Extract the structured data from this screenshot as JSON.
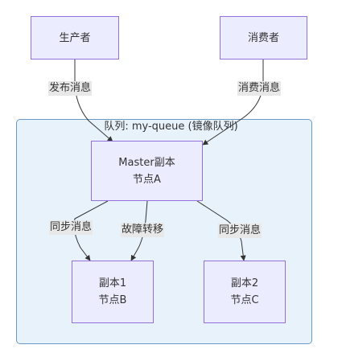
{
  "cluster": {
    "title": "队列: my-queue (镜像队列)"
  },
  "nodes": {
    "producer": {
      "label": "生产者"
    },
    "consumer": {
      "label": "消费者"
    },
    "master": {
      "line1": "Master副本",
      "line2": "节点A"
    },
    "replica1": {
      "line1": "副本1",
      "line2": "节点B"
    },
    "replica2": {
      "line1": "副本2",
      "line2": "节点C"
    }
  },
  "edges": {
    "publish": "发布消息",
    "consume": "消费消息",
    "sync1": "同步消息",
    "failover": "故障转移",
    "sync2": "同步消息"
  },
  "colors": {
    "node_fill": "#ececff",
    "node_border": "#9370db",
    "cluster_fill": "#e8f2fb",
    "cluster_border": "#6b9ac4",
    "edge": "#333333",
    "label_bg": "#e8e8e8"
  }
}
